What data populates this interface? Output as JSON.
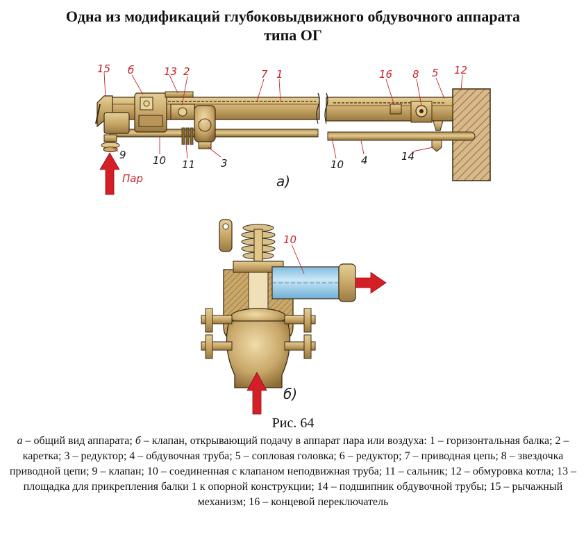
{
  "title": {
    "line1": "Одна из модификаций глубоковыдвижного обдувочного аппарата",
    "line2": "типа ОГ"
  },
  "view_a": {
    "view_label": "а)",
    "steam_label": "Пар",
    "labels": {
      "n15": "15",
      "n6": "б",
      "n13": "13",
      "n2": "2",
      "n7": "7",
      "n1": "1",
      "n16": "16",
      "n8": "8",
      "n5": "5",
      "n12": "12",
      "n9": "9",
      "n10a": "10",
      "n11": "11",
      "n3": "3",
      "n10b": "10",
      "n4": "4",
      "n14": "14"
    }
  },
  "view_b": {
    "view_label": "б)",
    "labels": {
      "n10": "10"
    }
  },
  "caption": {
    "figure": "Рис. 64",
    "a_mark": "а",
    "a_text": " – общий вид аппарата; ",
    "b_mark": "б",
    "b_text": " – клапан, открывающий подачу в аппарат пара или воздуха: 1 – горизонтальная балка; 2 – каретка; 3 – редуктор; 4 – обдувочная труба; 5 – сопловая головка; 6 – редуктор; 7 – приводная цепь; 8 – звездочка приводной цепи; 9 – клапан; 10 – соединенная с клапаном неподвижная труба; 11 – сальник; 12 – обмуровка котла; 13 – площадка для прикрепления балки 1 к опорной конструкции; 14 – подшипник обдувочной трубы; 15 – рычажный механизм; 16 – концевой переключатель"
  },
  "colors": {
    "metal": "#c9a86a",
    "metal_dark": "#8a6a35",
    "label_red": "#c8242a",
    "arrow_red": "#d41f26",
    "pipe_blue": "#a9d6ee"
  }
}
